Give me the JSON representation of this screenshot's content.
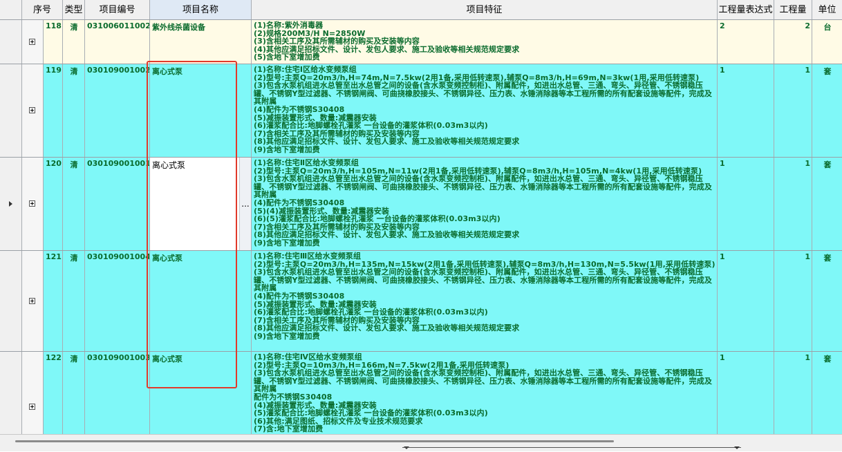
{
  "header": {
    "seq": "序号",
    "type": "类型",
    "code": "项目编号",
    "name": "项目名称",
    "feature": "项目特征",
    "expr": "工程量表达式",
    "qty": "工程量",
    "unit": "单位"
  },
  "rows": [
    {
      "seq": "118",
      "type": "清",
      "code": "031006011002",
      "name": "紫外线杀菌设备",
      "feature": "(1)名称:紫外消毒器\n(2)规格200M3/H N=2850W\n(3)含相关工序及其所需辅材的购买及安装等内容\n(4)其他应满足招标文件、设计、发包人要求、施工及验收等相关规范规定要求\n(5)含地下室增加费",
      "expr": "2",
      "qty": "2",
      "unit": "台"
    },
    {
      "seq": "119",
      "type": "清",
      "code": "030109001002",
      "name": "离心式泵",
      "feature": "(1)名称:住宅Ⅰ区给水变频泵组\n(2)型号:主泵Q=20m3/h,H=74m,N=7.5kw(2用1备,采用低转速泵),辅泵Q=8m3/h,H=69m,N=3kw(1用,采用低转速泵)\n(3)包含水泵机组进水总管至出水总管之间的设备(含水泵变频控制柜)、附属配件，如进出水总管、三通、弯头、异径管、不锈钢稳压罐、不锈钢Y型过滤器、不锈钢闸阀、可曲挠橡胶接头、不锈钢异径、压力表、水锤消除器等本工程所需的所有配套设施等配件，完成及其附属\n(4)配件为不锈钢S30408\n(5)减振装置形式、数量:减震器安装\n(6)灌浆配合比:地脚螺栓孔灌浆 一台设备的灌浆体积(0.03m3以内)\n(7)含相关工序及其所需辅材的购买及安装等内容\n(8)其他应满足招标文件、设计、发包人要求、施工及验收等相关规范规定要求\n(9)含地下室增加费",
      "expr": "1",
      "qty": "1",
      "unit": "套"
    },
    {
      "seq": "120",
      "type": "清",
      "code": "030109001001",
      "name": "离心式泵",
      "feature": "(1)名称:住宅Ⅱ区给水变频泵组\n(2)型号:主泵Q=20m3/h,H=105m,N=11w(2用1备,采用低转速泵),辅泵Q=8m3/h,H=105m,N=4kw(1用,采用低转速泵)\n(3)包含水泵机组进水总管至出水总管之间的设备(含水泵变频控制柜)、附属配件，如进出水总管、三通、弯头、异径管、不锈钢稳压罐、不锈钢Y型过滤器、不锈钢闸阀、可曲挠橡胶接头、不锈钢异径、压力表、水锤消除器等本工程所需的所有配套设施等配件，完成及其附属\n(4)配件为不锈钢S30408\n(5)(4)减振装置形式、数量:减震器安装\n(6)(5)灌浆配合比:地脚螺栓孔灌浆 一台设备的灌浆体积(0.03m3以内)\n(7)含相关工序及其所需辅材的购买及安装等内容\n(8)其他应满足招标文件、设计、发包人要求、施工及验收等相关规范规定要求\n(9)含地下室增加费",
      "expr": "1",
      "qty": "1",
      "unit": "套"
    },
    {
      "seq": "121",
      "type": "清",
      "code": "030109001004",
      "name": "离心式泵",
      "feature": "(1)名称:住宅Ⅲ区给水变频泵组\n(2)型号:主泵Q=20m3/h,H=135m,N=15kw(2用1备,采用低转速泵),辅泵Q=8m3/h,H=130m,N=5.5kw(1用,采用低转速泵)\n(3)包含水泵机组进水总管至出水总管之间的设备(含水泵变频控制柜)、附属配件，如进出水总管、三通、弯头、异径管、不锈钢稳压罐、不锈钢Y型过滤器、不锈钢闸阀、可曲挠橡胶接头、不锈钢异径、压力表、水锤消除器等本工程所需的所有配套设施等配件，完成及其附属\n(4)配件为不锈钢S30408\n(5)减振装置形式、数量:减震器安装\n(6)灌浆配合比:地脚螺栓孔灌浆 一台设备的灌浆体积(0.03m3以内)\n(7)含相关工序及其所需辅材的购买及安装等内容\n(8)其他应满足招标文件、设计、发包人要求、施工及验收等相关规范规定要求\n(9)含地下室增加费",
      "expr": "1",
      "qty": "1",
      "unit": "套"
    },
    {
      "seq": "122",
      "type": "清",
      "code": "030109001003",
      "name": "离心式泵",
      "feature": "(1)名称:住宅Ⅳ区给水变频泵组\n(2)型号:主泵Q=10m3/h,H=166m,N=7.5kw(2用1备,采用低转速泵)\n(3)包含水泵机组进水总管至出水总管之间的设备(含水泵变频控制柜)、附属配件，如进出水总管、三通、弯头、异径管、不锈钢稳压罐、不锈钢Y型过滤器、不锈钢闸阀、可曲挠橡胶接头、不锈钢异径、压力表、水锤消除器等本工程所需的所有配套设施等配件，完成及其附属\n配件为不锈钢S30408\n(4)减振装置形式、数量:减震器安装\n(5)灌浆配合比:地脚螺栓孔灌浆 一台设备的灌浆体积(0.03m3以内)\n(6)其他:满足图纸、招标文件及专业技术规范要求\n(7)含:地下室增加费",
      "expr": "1",
      "qty": "1",
      "unit": "套"
    }
  ],
  "editing": {
    "row_index": 2,
    "value": "离心式泵",
    "ellipsis_label": "..."
  },
  "colors": {
    "row_a": "#fffbe6",
    "row_b": "#7ff8f8",
    "text": "#0a6b2d",
    "highlight_box": "#e23a2a"
  }
}
